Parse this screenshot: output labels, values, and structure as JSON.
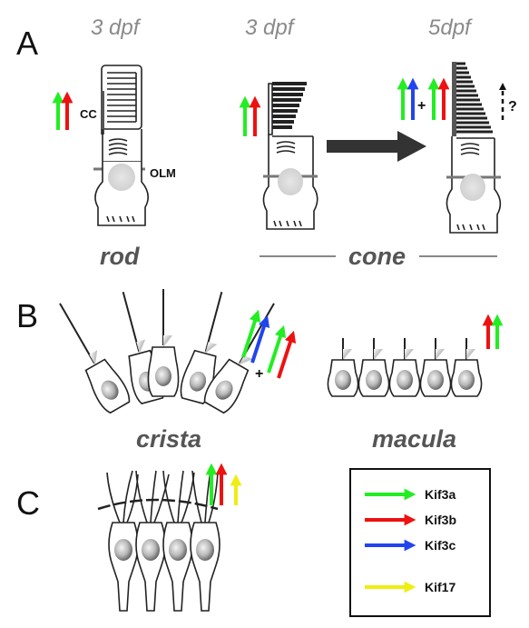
{
  "panels": {
    "a": "A",
    "b": "B",
    "c": "C"
  },
  "stages": {
    "rod_stage": "3 dpf",
    "cone_stage_1": "3 dpf",
    "cone_stage_2": "5dpf"
  },
  "labels": {
    "cc": "CC",
    "olm": "OLM",
    "rod": "rod",
    "cone": "cone",
    "crista": "crista",
    "macula": "macula",
    "plus": "+",
    "question": "?"
  },
  "legend": {
    "items": [
      {
        "name": "Kif3a",
        "color": "#22ee22"
      },
      {
        "name": "Kif3b",
        "color": "#ee1111"
      },
      {
        "name": "Kif3c",
        "color": "#2244ee"
      },
      {
        "name": "Kif17",
        "color": "#eeee11"
      }
    ]
  },
  "colors": {
    "kif3a": "#22ee22",
    "kif3b": "#ee1111",
    "kif3c": "#2244ee",
    "kif17": "#eeee11",
    "big_arrow": "#333333"
  }
}
